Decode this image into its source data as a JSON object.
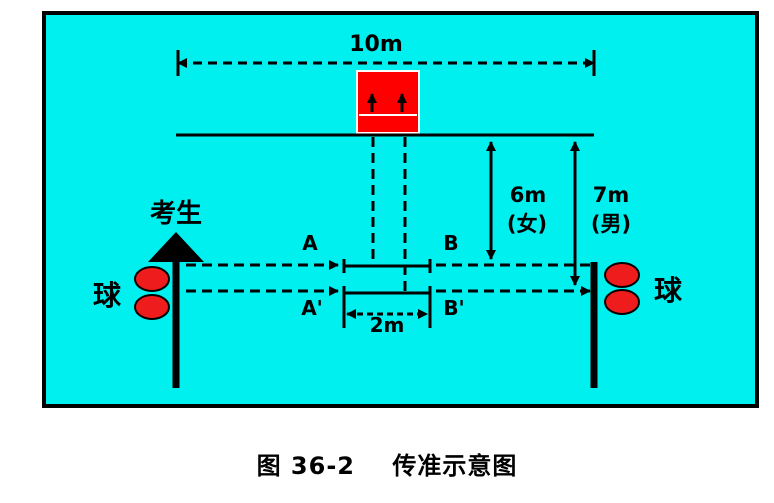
{
  "colors": {
    "field": "#00f0f0",
    "border": "#000000",
    "target": "#ff0000",
    "ball": "#ee1c1c",
    "line": "#000000"
  },
  "labels": {
    "width": "10m",
    "gap": "2m",
    "female_dist": "6m",
    "female": "(女)",
    "male_dist": "7m",
    "male": "(男)",
    "examinee": "考生",
    "ball_left": "球",
    "ball_right": "球",
    "point_a": "A",
    "point_b": "B",
    "point_a2": "A'",
    "point_b2": "B'"
  },
  "caption": {
    "number": "图 36-2",
    "title": "传准示意图"
  }
}
